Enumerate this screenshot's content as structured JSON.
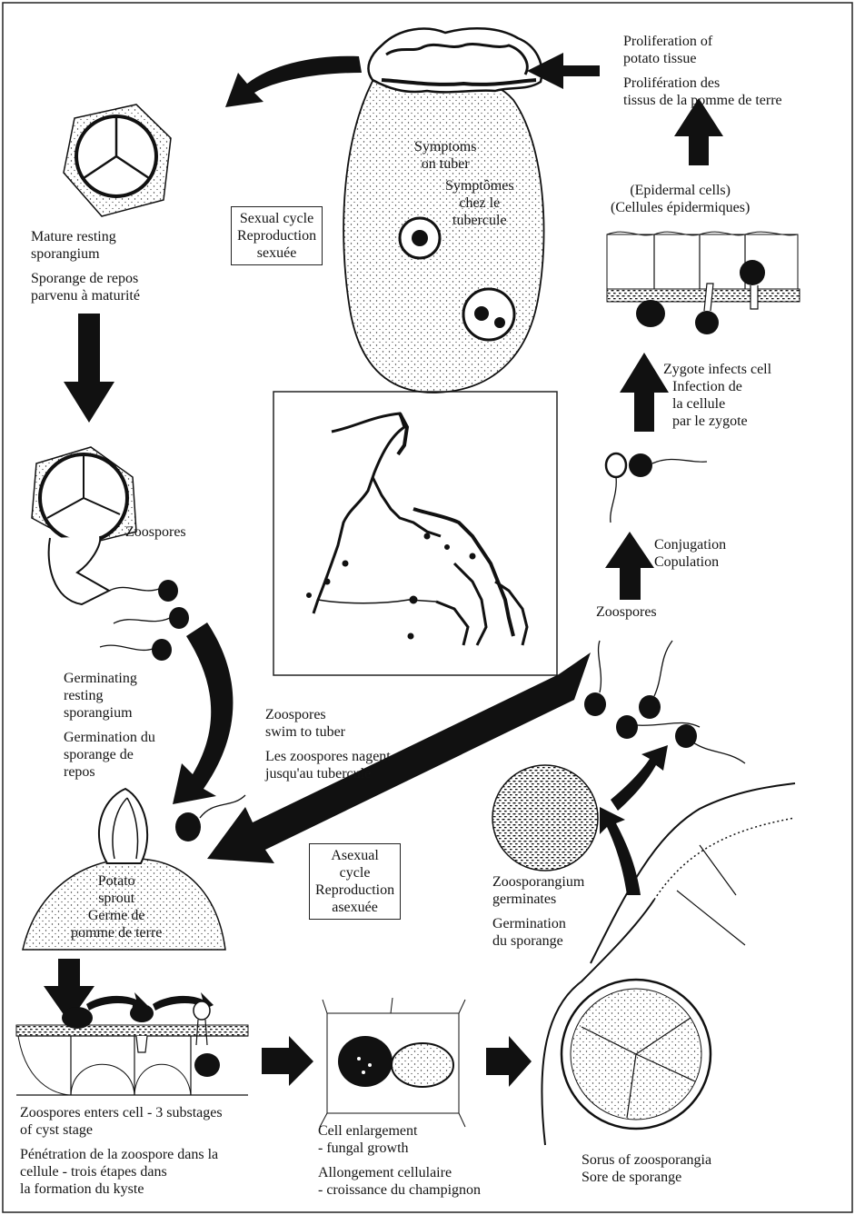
{
  "labels": {
    "proliferation": [
      "Proliferation of",
      "potato tissue",
      "",
      "Prolifération des",
      "tissus de la pomme de terre"
    ],
    "symptoms": [
      "Symptoms",
      "on tuber"
    ],
    "symptomes": [
      "Symptômes",
      "chez le",
      "tubercule"
    ],
    "sexual_cycle": [
      "Sexual cycle",
      "Reproduction",
      "sexuée"
    ],
    "mature_sporangium": [
      "Mature resting",
      "sporangium",
      "",
      "Sporange de repos",
      "parvenu à maturité"
    ],
    "epidermal": [
      "(Epidermal cells)",
      "(Cellules épidermiques)"
    ],
    "zygote": [
      "Zygote infects cell",
      "Infection de",
      "la cellule",
      "par le zygote"
    ],
    "zoospores_left": [
      "Zoospores"
    ],
    "conjugation": [
      "Conjugation",
      "Copulation"
    ],
    "zoospores_right": [
      "Zoospores"
    ],
    "germinating": [
      "Germinating",
      "resting",
      "sporangium",
      "",
      "Germination du",
      "sporange de",
      "repos"
    ],
    "swim": [
      "Zoospores",
      "swim to tuber",
      "",
      "Les zoospores nagent",
      "jusqu'au tubercule"
    ],
    "asexual_cycle": [
      "Asexual",
      "cycle",
      "Reproduction",
      "asexuée"
    ],
    "zoosporangium": [
      "Zoosporangium",
      "germinates",
      "",
      "Germination",
      "du sporange"
    ],
    "potato_sprout": [
      "Potato",
      "sprout",
      "Germe de",
      "pomme de terre"
    ],
    "zoospore_enters": [
      "Zoospores enters cell - 3 substages",
      "of cyst stage",
      "",
      "Pénétration de la zoospore dans la",
      "cellule - trois étapes dans",
      "la formation du kyste"
    ],
    "cell_enlargement": [
      "Cell enlargement",
      "- fungal growth",
      "",
      "Allongement cellulaire",
      "- croissance du champignon"
    ],
    "sorus": [
      "Sorus of zoosporangia",
      "Sore de sporange"
    ]
  }
}
